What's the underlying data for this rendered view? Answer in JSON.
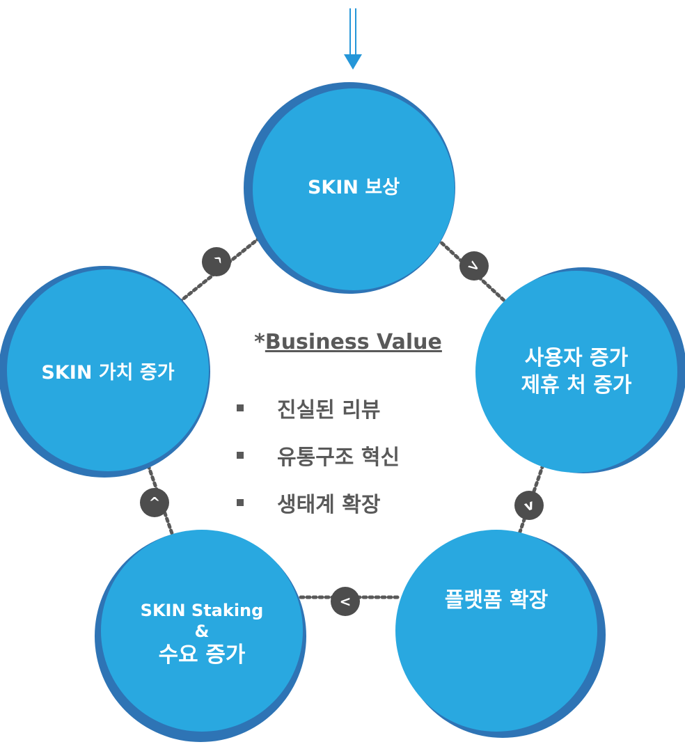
{
  "colors": {
    "circle_fill": "#29A8E0",
    "circle_rim": "#2E74B5",
    "badge_fill": "#4D4D4D",
    "dots": "#595959",
    "entry_arrow": "#2596D8",
    "text_dark": "#595959"
  },
  "nodes": [
    {
      "id": "skin-reward",
      "lines": [
        "SKIN 보상"
      ]
    },
    {
      "id": "user-growth",
      "lines": [
        "사용자 증가",
        "제휴 처 증가"
      ]
    },
    {
      "id": "platform-expand",
      "lines": [
        "플랫폼 확장"
      ]
    },
    {
      "id": "staking-demand",
      "lines": [
        "SKIN Staking",
        "&",
        "수요 증가"
      ]
    },
    {
      "id": "value-growth",
      "lines": [
        "SKIN 가치 증가"
      ]
    }
  ],
  "connector_arrows": [
    ">",
    "v",
    "<",
    "^",
    "^"
  ],
  "center": {
    "asterisk": "*",
    "title": "Business Value",
    "items": [
      "진실된 리뷰",
      "유통구조 혁신",
      "생태계 확장"
    ]
  }
}
